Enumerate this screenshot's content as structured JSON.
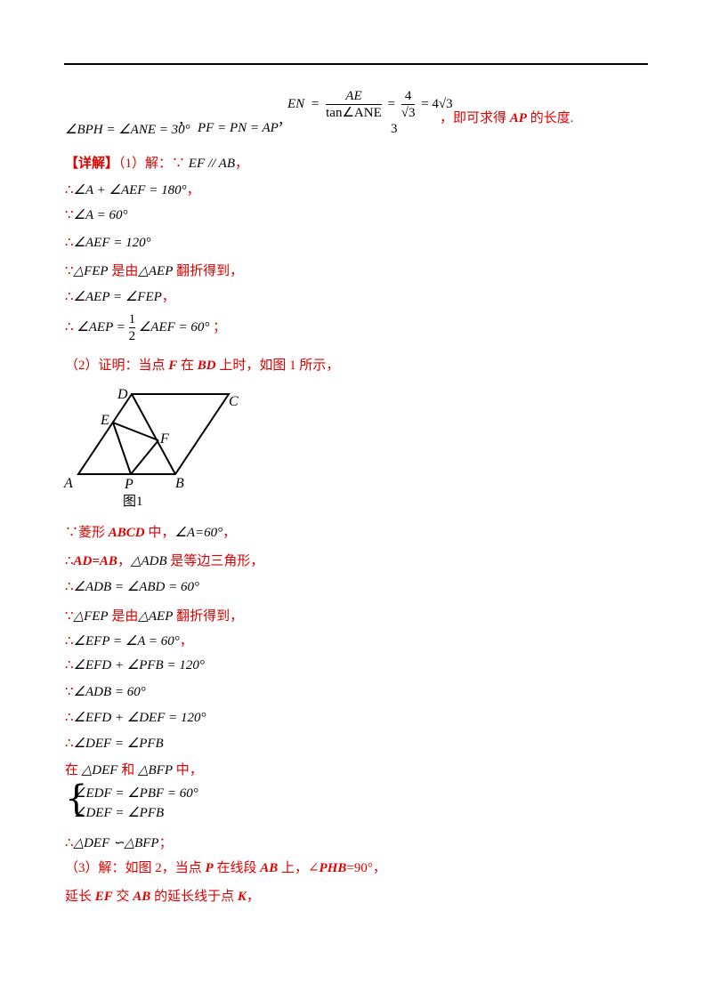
{
  "top_formula": {
    "en_lhs": "EN",
    "eq1": "=",
    "frac1_num": "AE",
    "frac1_den": "tan∠ANE",
    "eq2": "=",
    "frac2_num": "4",
    "frac2_den": "√3",
    "frac2_sub": "3",
    "eq3": "= 4√3",
    "line2_angles": "∠BPH = ∠ANE = 30°",
    "comma1": "，",
    "line2_eq": "PF = PN = AP",
    "comma2": "，",
    "tail_pre": "，即可求得 ",
    "tail_var": "AP",
    "tail_post": " 的长度."
  },
  "detail": {
    "label": "【详解】",
    "part1_intro": "（1）解：∵",
    "part1_intro_math": " EF // AB",
    "part1_intro_end": "，"
  },
  "part1_lines": [
    {
      "sym": "∴",
      "math": "∠A + ∠AEF = 180°",
      "end": "，"
    },
    {
      "sym": "∵",
      "math": "∠A = 60°",
      "end": ""
    },
    {
      "sym": "∴",
      "math": "∠AEF = 120°",
      "end": ""
    },
    {
      "sym": "∵",
      "math": "△FEP",
      "mid": " 是由",
      "math2": "△AEP",
      "end": " 翻折得到，"
    },
    {
      "sym": "∴",
      "math": "∠AEP = ∠FEP",
      "end": "，"
    }
  ],
  "part1_last": {
    "sym": "∴",
    "lhs": "∠AEP =",
    "num": "1",
    "den": "2",
    "rhs": "∠AEF = 60°",
    "end": "；"
  },
  "part2": {
    "intro": "（2）证明：当点 ",
    "v1": "F",
    "mid1": " 在 ",
    "v2": "BD",
    "mid2": " 上时，如图 1 所示，"
  },
  "figure1": {
    "caption": "图1",
    "labels": {
      "A": "A",
      "B": "B",
      "C": "C",
      "D": "D",
      "E": "E",
      "F": "F",
      "P": "P"
    }
  },
  "part2_lines": [
    {
      "sym": "∵菱形 ",
      "v": "ABCD",
      "mid": " 中，",
      "math": "∠A=60°",
      "end": "，"
    },
    {
      "sym": "∴",
      "v": "AD=AB",
      "mid": "，",
      "math": "△ADB",
      "end": " 是等边三角形，"
    },
    {
      "sym": "∴",
      "math": "∠ADB = ∠ABD = 60°",
      "end": ""
    },
    {
      "sym": "∵",
      "math": "△FEP",
      "mid": " 是由",
      "math2": "△AEP",
      "end": " 翻折得到，"
    },
    {
      "sym": "∴",
      "math": "∠EFP = ∠A = 60°",
      "end": "，"
    },
    {
      "sym": "∴",
      "math": "∠EFD + ∠PFB = 120°",
      "end": ""
    },
    {
      "sym": "∵",
      "math": "∠ADB = 60°",
      "end": ""
    },
    {
      "sym": "∴",
      "math": "∠EFD + ∠DEF = 120°",
      "end": ""
    },
    {
      "sym": "∴",
      "math": "∠DEF = ∠PFB",
      "end": ""
    }
  ],
  "part2_in": {
    "pre": "在 ",
    "m1": "△DEF",
    "mid": " 和 ",
    "m2": "△BFP",
    "end": " 中，"
  },
  "system": {
    "l1": "∠EDF = ∠PBF = 60°",
    "l2": "∠DEF = ∠PFB"
  },
  "part2_conc": {
    "sym": "∴",
    "math": "△DEF ∽△BFP",
    "end": "；"
  },
  "part3": {
    "intro": "（3）解：如图 2，当点 ",
    "v1": "P",
    "mid1": " 在线段 ",
    "v2": "AB",
    "mid2": " 上，∠",
    "v3": "PHB",
    "end": "=90°，"
  },
  "part3_line2": {
    "pre": "延长 ",
    "v1": "EF",
    "mid1": " 交 ",
    "v2": "AB",
    "mid2": " 的延长线于点 ",
    "v3": "K",
    "end": "，"
  }
}
